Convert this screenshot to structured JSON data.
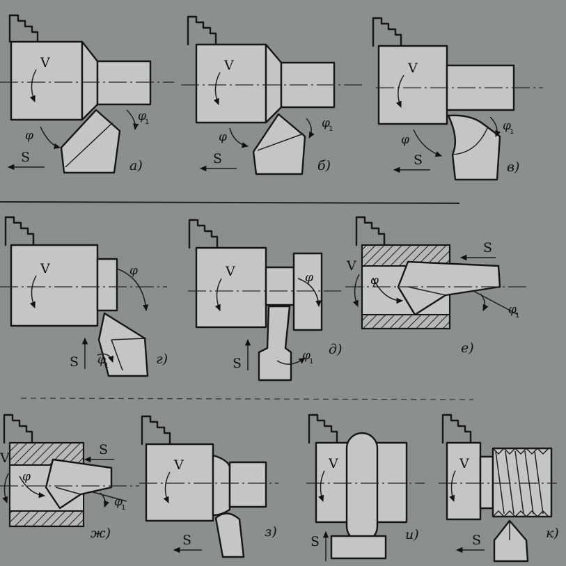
{
  "symbols": {
    "speed": "V",
    "feed": "S",
    "angle_main": "φ",
    "angle_aux": "φ",
    "angle_aux_sub": "1"
  },
  "captions": [
    "а)",
    "б)",
    "в)",
    "г)",
    "д)",
    "е)",
    "ж)",
    "з)",
    "и)",
    "к)"
  ],
  "colors": {
    "background": "#8b8f8e",
    "part": "#c3c6c4",
    "ink": "#161616"
  }
}
